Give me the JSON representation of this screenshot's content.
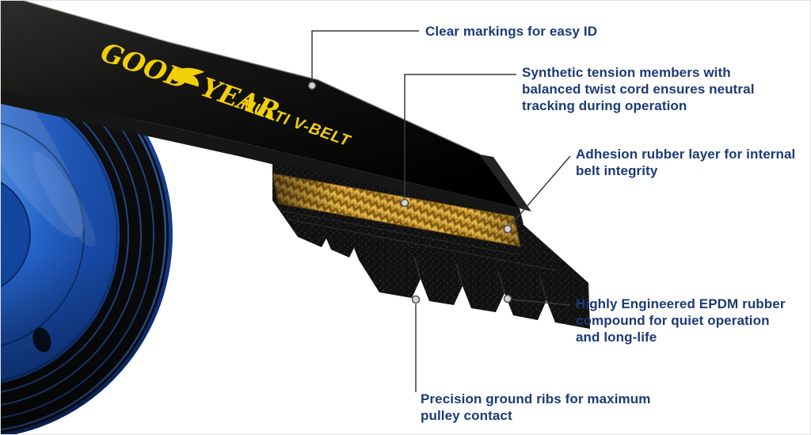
{
  "belt": {
    "brand_left": "GOOD",
    "brand_right": "YEAR",
    "product_label": "MULTI V-BELT"
  },
  "callouts": {
    "markings": [
      "Clear markings for easy ID"
    ],
    "tension": [
      "Synthetic tension members with",
      "balanced twist cord ensures neutral",
      "tracking during operation"
    ],
    "adhesion": [
      "Adhesion rubber layer for internal",
      "belt integrity"
    ],
    "epdm": [
      "Highly Engineered EPDM rubber",
      "compound for quiet operation",
      "and long-life"
    ],
    "ribs": [
      "Precision ground ribs for maximum",
      "pulley contact"
    ]
  },
  "colors": {
    "callout_text": "#1c3a74",
    "belt_text_yellow": "#f2d006",
    "pulley_blue": "#1c55b8",
    "cord_gold": "#c2922c",
    "rubber_black": "#111111"
  }
}
